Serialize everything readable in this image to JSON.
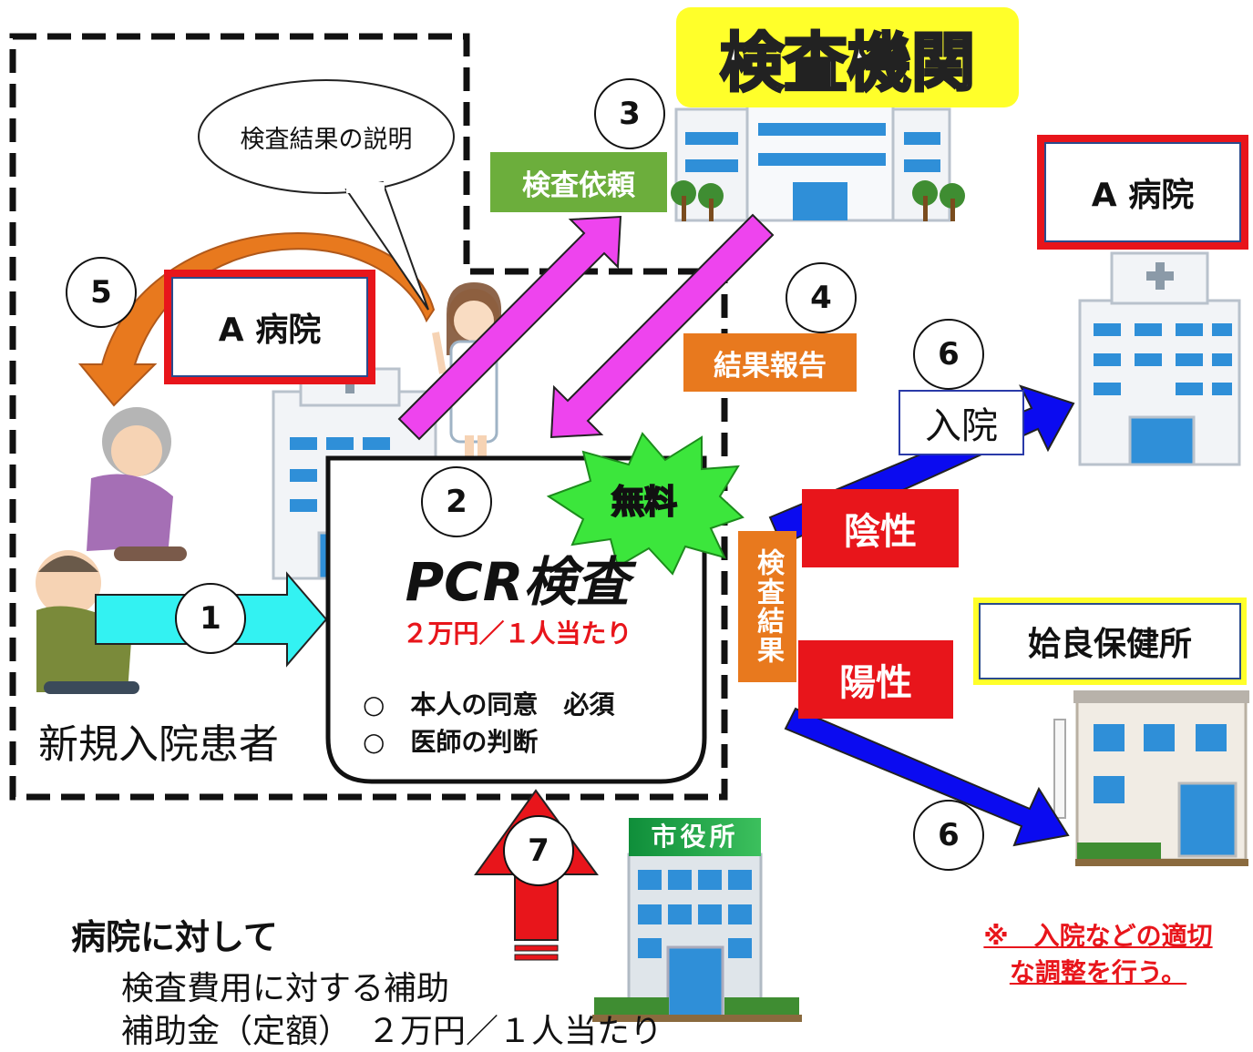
{
  "lab": {
    "title": "検査機関"
  },
  "speech": {
    "text": "検査結果の説明"
  },
  "steps": {
    "s1": "1",
    "s2": "2",
    "s3": "3",
    "s4": "4",
    "s5": "5",
    "s6a": "6",
    "s6b": "6",
    "s7": "7"
  },
  "labels": {
    "request": "検査依頼",
    "report": "結果報告",
    "hospital_left": "A 病院",
    "hospital_right": "A 病院",
    "admission": "入院",
    "negative": "陰性",
    "positive": "陽性",
    "result_vertical": "検査結果",
    "free": "無料",
    "health_center": "姶良保健所",
    "city_hall_sign": "市役所",
    "new_patient": "新規入院患者"
  },
  "pcr": {
    "title": "PCR検査",
    "price": "２万円／１人当たり",
    "condition1": "○　本人の同意　必須",
    "condition2": "○　医師の判断"
  },
  "subsidy": {
    "heading": "病院に対して",
    "line1": "検査費用に対する補助",
    "line2": "補助金（定額）　２万円／１人当たり"
  },
  "note": {
    "line1": "※　入院などの適切",
    "line2": "な調整を行う。"
  },
  "colors": {
    "red": "#e8151b",
    "magenta": "#ee44ee",
    "cyan": "#33f2f2",
    "blue": "#0b0bf0",
    "orange": "#e8791e",
    "green": "#6cae3c",
    "yellow": "#ffff2a",
    "building_blue": "#2f8fd8"
  }
}
